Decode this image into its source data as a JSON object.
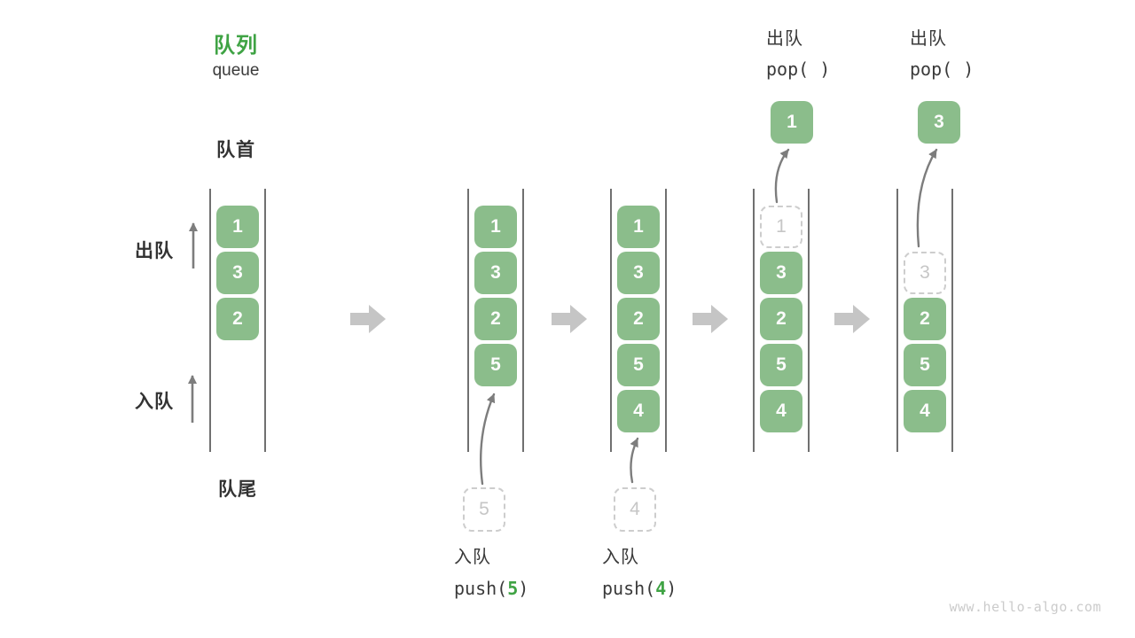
{
  "colors": {
    "accent_green": "#3FA344",
    "box_green": "#8BBD8B",
    "box_text": "#FCFCFC",
    "dash_border": "#CDCDCD",
    "dash_text": "#C6C6C6",
    "container_line": "#4C4C4C",
    "label_dark": "#333333",
    "arrow_gray": "#7D7D7D",
    "block_arrow_gray": "#C5C5C5",
    "watermark_gray": "#CBCBCB"
  },
  "title": {
    "zh": "队列",
    "en": "queue"
  },
  "labels": {
    "front": "队首",
    "rear": "队尾",
    "dequeue_side": "出队",
    "enqueue_side": "入队"
  },
  "watermark": "www.hello-algo.com",
  "columns": [
    {
      "name": "state-1-initial",
      "cells": [
        {
          "row": 0,
          "value": "1",
          "variant": "solid"
        },
        {
          "row": 1,
          "value": "3",
          "variant": "solid"
        },
        {
          "row": 2,
          "value": "2",
          "variant": "solid"
        }
      ]
    },
    {
      "name": "state-2-after-push-5",
      "cells": [
        {
          "row": 0,
          "value": "1",
          "variant": "solid"
        },
        {
          "row": 1,
          "value": "3",
          "variant": "solid"
        },
        {
          "row": 2,
          "value": "2",
          "variant": "solid"
        },
        {
          "row": 3,
          "value": "5",
          "variant": "solid"
        }
      ],
      "pending_value": "5",
      "op": {
        "action": "入队",
        "code_pre": "push(",
        "code_arg": "5",
        "code_post": ")",
        "position": "bottom"
      }
    },
    {
      "name": "state-3-after-push-4",
      "cells": [
        {
          "row": 0,
          "value": "1",
          "variant": "solid"
        },
        {
          "row": 1,
          "value": "3",
          "variant": "solid"
        },
        {
          "row": 2,
          "value": "2",
          "variant": "solid"
        },
        {
          "row": 3,
          "value": "5",
          "variant": "solid"
        },
        {
          "row": 4,
          "value": "4",
          "variant": "solid"
        }
      ],
      "pending_value": "4",
      "op": {
        "action": "入队",
        "code_pre": "push(",
        "code_arg": "4",
        "code_post": ")",
        "position": "bottom"
      }
    },
    {
      "name": "state-4-after-pop-1",
      "cells": [
        {
          "row": 0,
          "value": "1",
          "variant": "dashed"
        },
        {
          "row": 1,
          "value": "3",
          "variant": "solid"
        },
        {
          "row": 2,
          "value": "2",
          "variant": "solid"
        },
        {
          "row": 3,
          "value": "5",
          "variant": "solid"
        },
        {
          "row": 4,
          "value": "4",
          "variant": "solid"
        }
      ],
      "popped_value": "1",
      "op": {
        "action": "出队",
        "code_pre": "pop(",
        "code_arg": " ",
        "code_post": ")",
        "position": "top"
      }
    },
    {
      "name": "state-5-after-pop-3",
      "cells": [
        {
          "row": 1,
          "value": "3",
          "variant": "dashed"
        },
        {
          "row": 2,
          "value": "2",
          "variant": "solid"
        },
        {
          "row": 3,
          "value": "5",
          "variant": "solid"
        },
        {
          "row": 4,
          "value": "4",
          "variant": "solid"
        }
      ],
      "popped_value": "3",
      "op": {
        "action": "出队",
        "code_pre": "pop(",
        "code_arg": " ",
        "code_post": ")",
        "position": "top"
      }
    }
  ]
}
